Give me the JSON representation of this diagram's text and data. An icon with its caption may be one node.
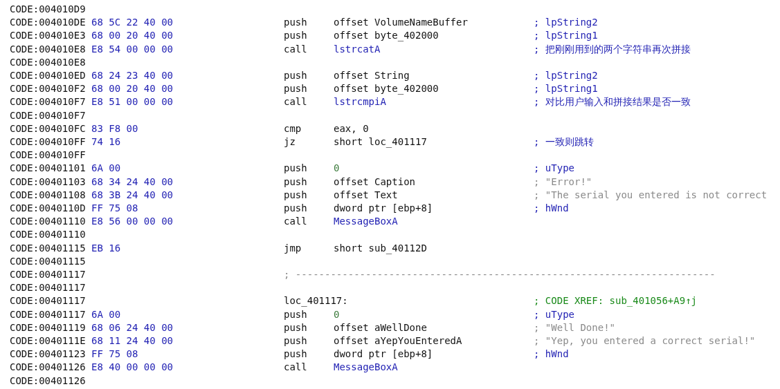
{
  "diagram": {
    "labels": [
      "CODE:004010D9",
      "CODE:004010DE",
      "68 5C 22 40 00",
      "push",
      "offset VolumeNameBuffer",
      "; lpString2",
      "CODE:004010E3",
      "68 00 20 40 00",
      "push",
      "offset byte_402000",
      "; lpString1",
      "CODE:004010E8",
      "E8 54 00 00 00",
      "call",
      "lstrcatA",
      "; 把刚刚用到的两个字符串再次拼接",
      "CODE:004010E8",
      "CODE:004010ED",
      "68 24 23 40 00",
      "push",
      "offset String",
      "; lpString2",
      "CODE:004010F2",
      "68 00 20 40 00",
      "push",
      "offset byte_402000",
      "; lpString1",
      "CODE:004010F7",
      "E8 51 00 00 00",
      "call",
      "lstrcmpiA",
      "; 对比用户输入和拼接结果是否一致",
      "CODE:004010F7",
      "CODE:004010FC",
      "83 F8 00",
      "cmp",
      "eax, 0",
      "CODE:004010FF",
      "74 16",
      "jz",
      "short loc_401117",
      "; 一致则跳转",
      "CODE:004010FF",
      "CODE:00401101",
      "6A 00",
      "push",
      "0",
      "; uType",
      "CODE:00401103",
      "68 34 24 40 00",
      "push",
      "offset Caption",
      "; \"Error!\"",
      "CODE:00401108",
      "68 3B 24 40 00",
      "push",
      "offset Text",
      "; \"The serial you entered is not correct",
      "CODE:0040110D",
      "FF 75 08",
      "push",
      "dword ptr [ebp+8]",
      "; hWnd",
      "CODE:00401110",
      "E8 56 00 00 00",
      "call",
      "MessageBoxA",
      "CODE:00401110",
      "CODE:00401115",
      "EB 16",
      "jmp",
      "short sub_40112D",
      "CODE:00401115",
      "CODE:00401117",
      "; ------------------------------------------------------------------------",
      "CODE:00401117",
      "CODE:00401117",
      "loc_401117:",
      "; CODE XREF: sub_401056+A9↑j",
      "CODE:00401117",
      "6A 00",
      "push",
      "0",
      "; uType",
      "CODE:00401119",
      "68 06 24 40 00",
      "push",
      "offset aWellDone",
      "; \"Well Done!\"",
      "CODE:0040111E",
      "68 11 24 40 00",
      "push",
      "offset aYepYouEnteredA",
      "; \"Yep, you entered a correct serial!\"",
      "CODE:00401123",
      "FF 75 08",
      "push",
      "dword ptr [ebp+8]",
      "; hWnd",
      "CODE:00401126",
      "E8 40 00 00 00",
      "call",
      "MessageBoxA",
      "CODE:00401126"
    ]
  }
}
